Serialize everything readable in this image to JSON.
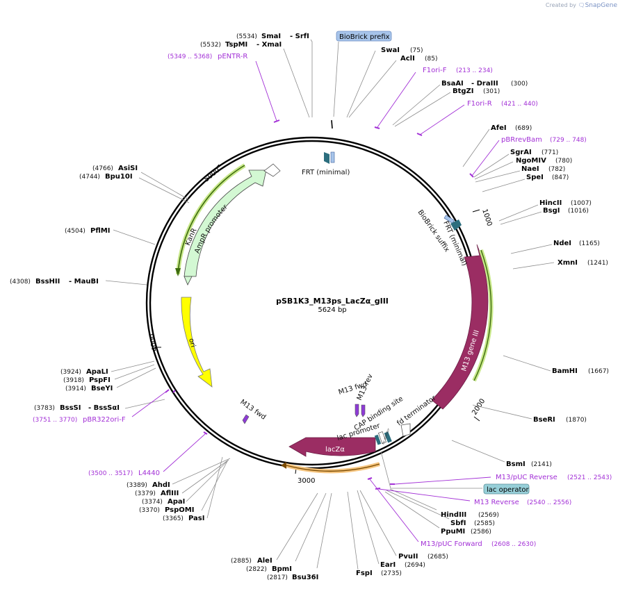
{
  "watermark": {
    "created_by": "Created by",
    "brand": "SnapGene"
  },
  "plasmid": {
    "name": "pSB1K3_M13ps_LacZα_gIII",
    "length": "5624 bp"
  },
  "ticks": [
    "1000",
    "2000",
    "3000",
    "4000",
    "5000"
  ],
  "boxed_labels": {
    "biobrick_prefix": "BioBrick prefix",
    "lac_operator": "lac operator"
  },
  "features": {
    "frt_top": "FRT (minimal)",
    "frt_right": "FRT (minimal)",
    "biobrick_suffix": "BioBrick suffix",
    "m13_gene_iii": "M13 gene III",
    "lacz": "lacZα",
    "kanr": "KanR",
    "ampr_promoter": "AmpR promoter",
    "ori": "ori",
    "m13_fwd_left": "M13 fwd",
    "m13_fwd_center": "M13 fwd",
    "m13_rev_center": "M13 rev",
    "cap_site": "CAP binding site",
    "lac_promoter": "lac promoter",
    "fd_terminator": "fd terminator",
    "lac_operator_small": "lac operator"
  },
  "enzymes": {
    "smai": {
      "name": "SmaI",
      "pos": "(5534)"
    },
    "srfi": {
      "name": "- SrfI"
    },
    "tspmi": {
      "name": "TspMI",
      "pos": "(5532)"
    },
    "xmai": {
      "name": "- XmaI"
    },
    "swai": {
      "name": "SwaI",
      "pos": "(75)"
    },
    "acli": {
      "name": "AclI",
      "pos": "(85)"
    },
    "bsaai": {
      "name": "BsaAI",
      "pos": "(300)"
    },
    "draiii": {
      "name": "- DraIII"
    },
    "btgzi": {
      "name": "BtgZI",
      "pos": "(301)"
    },
    "afei": {
      "name": "AfeI",
      "pos": "(689)"
    },
    "sgrai": {
      "name": "SgrAI",
      "pos": "(771)"
    },
    "ngomiv": {
      "name": "NgoMIV",
      "pos": "(780)"
    },
    "naei": {
      "name": "NaeI",
      "pos": "(782)"
    },
    "spei": {
      "name": "SpeI",
      "pos": "(847)"
    },
    "hincii": {
      "name": "HincII",
      "pos": "(1007)"
    },
    "bsgi": {
      "name": "BsgI",
      "pos": "(1016)"
    },
    "ndei": {
      "name": "NdeI",
      "pos": "(1165)"
    },
    "xmni": {
      "name": "XmnI",
      "pos": "(1241)"
    },
    "bamhi": {
      "name": "BamHI",
      "pos": "(1667)"
    },
    "bseri": {
      "name": "BseRI",
      "pos": "(1870)"
    },
    "bsmi": {
      "name": "BsmI",
      "pos": "(2141)"
    },
    "hindiii": {
      "name": "HindIII",
      "pos": "(2569)"
    },
    "sbfi": {
      "name": "SbfI",
      "pos": "(2585)"
    },
    "ppumi": {
      "name": "PpuMI",
      "pos": "(2586)"
    },
    "pvuii": {
      "name": "PvuII",
      "pos": "(2685)"
    },
    "eari": {
      "name": "EarI",
      "pos": "(2694)"
    },
    "fspi": {
      "name": "FspI",
      "pos": "(2735)"
    },
    "alei": {
      "name": "AleI",
      "pos": "(2885)"
    },
    "bpmi": {
      "name": "BpmI",
      "pos": "(2822)"
    },
    "bsu36i": {
      "name": "Bsu36I",
      "pos": "(2817)"
    },
    "ahdi": {
      "name": "AhdI",
      "pos": "(3389)"
    },
    "afliii": {
      "name": "AflIII",
      "pos": "(3379)"
    },
    "apai": {
      "name": "ApaI",
      "pos": "(3374)"
    },
    "pspomi": {
      "name": "PspOMI",
      "pos": "(3370)"
    },
    "pasi": {
      "name": "PasI",
      "pos": "(3365)"
    },
    "bsssi": {
      "name": "BssSI",
      "pos": "(3783)"
    },
    "bsssai": {
      "name": "- BssSαI"
    },
    "apali": {
      "name": "ApaLI",
      "pos": "(3924)"
    },
    "pspfi": {
      "name": "PspFI",
      "pos": "(3918)"
    },
    "bseyi": {
      "name": "BseYI",
      "pos": "(3914)"
    },
    "bsshii": {
      "name": "BssHII",
      "pos": "(4308)"
    },
    "maubi": {
      "name": "- MauBI"
    },
    "pflmi": {
      "name": "PflMI",
      "pos": "(4504)"
    },
    "asisi": {
      "name": "AsiSI",
      "pos": "(4766)"
    },
    "bpu10i": {
      "name": "Bpu10I",
      "pos": "(4744)"
    }
  },
  "primers": {
    "pentr_r": {
      "name": "pENTR-R",
      "range": "(5349 .. 5368)"
    },
    "f1ori_f": {
      "name": "F1ori-F",
      "range": "(213 .. 234)"
    },
    "f1ori_r": {
      "name": "F1ori-R",
      "range": "(421 .. 440)"
    },
    "pbrrevbam": {
      "name": "pBRrevBam",
      "range": "(729 .. 748)"
    },
    "m13puc_rev": {
      "name": "M13/pUC Reverse",
      "range": "(2521 .. 2543)"
    },
    "m13_rev": {
      "name": "M13 Reverse",
      "range": "(2540 .. 2556)"
    },
    "m13puc_fwd": {
      "name": "M13/pUC Forward",
      "range": "(2608 .. 2630)"
    },
    "pbr322ori_f": {
      "name": "pBR322ori-F",
      "range": "(3751 .. 3770)"
    },
    "l4440": {
      "name": "L4440",
      "range": "(3500 .. 3517)"
    }
  }
}
